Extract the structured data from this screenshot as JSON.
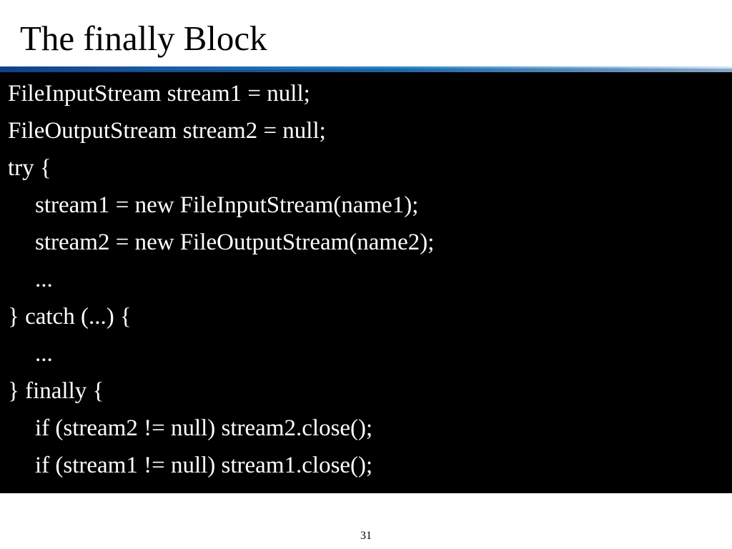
{
  "slide": {
    "title": "The finally Block",
    "number": "31"
  },
  "code": {
    "lines": [
      {
        "text": "FileInputStream stream1 = null;",
        "indent": 0
      },
      {
        "text": "FileOutputStream stream2 = null;",
        "indent": 0
      },
      {
        "text": "try {",
        "indent": 0
      },
      {
        "text": "stream1 = new FileInputStream(name1);",
        "indent": 1
      },
      {
        "text": "stream2 = new FileOutputStream(name2);",
        "indent": 1
      },
      {
        "text": "...",
        "indent": 1
      },
      {
        "text": "} catch (...) {",
        "indent": 0
      },
      {
        "text": "...",
        "indent": 1
      },
      {
        "text": "} finally {",
        "indent": 0
      },
      {
        "text": "if (stream2 != null) stream2.close();",
        "indent": 1
      },
      {
        "text": "if (stream1 != null) stream1.close();",
        "indent": 1
      }
    ]
  },
  "colors": {
    "panel": "#000000",
    "code_text": "#ffffff",
    "rule_dark": "#0f3f8a",
    "rule_mid": "#2a86c9",
    "rule_light": "#cfe6f7"
  }
}
